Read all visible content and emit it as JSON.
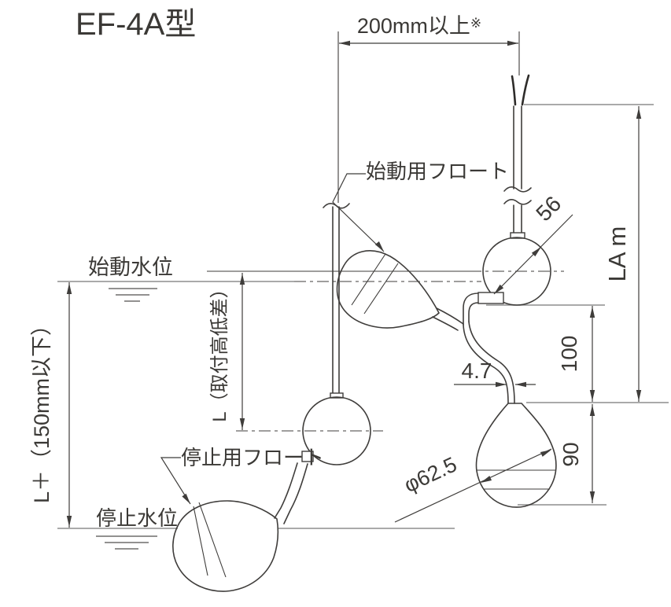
{
  "title": "EF-4A型",
  "dimensions": {
    "top_clearance": "200mm以上",
    "top_clearance_note_mark": "※",
    "left_range": "L＋（150mm以下）",
    "mount_height_difference": "L（取付高低差）",
    "ball_diameter": "56",
    "cable_length": "LA m",
    "ball_to_float_gap": "100",
    "cable_diameter": "4.7",
    "float_height": "90",
    "float_diameter": "φ62.5"
  },
  "labels": {
    "start_float": "始動用フロート",
    "start_water_level": "始動水位",
    "stop_float": "停止用フロート",
    "stop_water_level": "停止水位"
  },
  "colors": {
    "line": "#3f3d3b",
    "extension_line": "#8d8d8d",
    "background": "#ffffff"
  }
}
